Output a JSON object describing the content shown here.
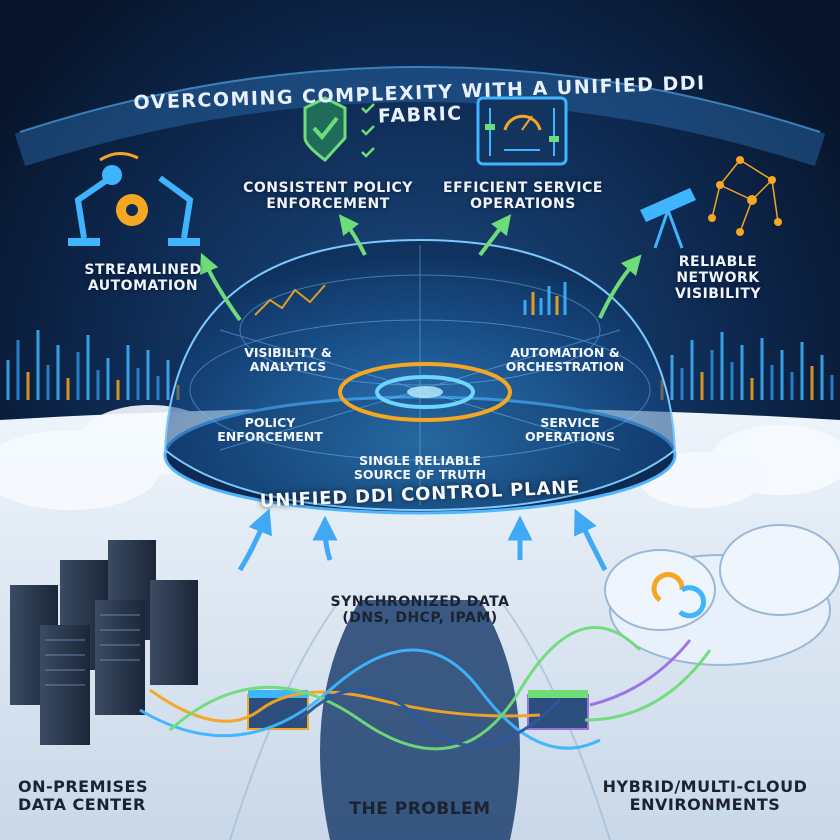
{
  "title": "OVERCOMING COMPLEXITY WITH A UNIFIED DDI FABRIC",
  "benefits": {
    "automation": [
      "STREAMLINED",
      "AUTOMATION"
    ],
    "policy": [
      "CONSISTENT POLICY",
      "ENFORCEMENT"
    ],
    "operations": [
      "EFFICIENT SERVICE",
      "OPERATIONS"
    ],
    "visibility": [
      "RELIABLE",
      "NETWORK",
      "VISIBILITY"
    ]
  },
  "dome": {
    "visibility_analytics": [
      "VISIBILITY &",
      "ANALYTICS"
    ],
    "automation_orchestration": [
      "AUTOMATION &",
      "ORCHESTRATION"
    ],
    "policy_enforcement": [
      "POLICY",
      "ENFORCEMENT"
    ],
    "service_operations": [
      "SERVICE",
      "OPERATIONS"
    ],
    "source_of_truth": [
      "SINGLE RELIABLE",
      "SOURCE OF TRUTH"
    ],
    "control_plane": "UNIFIED DDI CONTROL PLANE"
  },
  "sync": [
    "SYNCHRONIZED DATA",
    "(DNS, DHCP, IPAM)"
  ],
  "bottom": {
    "on_prem": [
      "ON-PREMISES",
      "DATA CENTER"
    ],
    "problem": "THE PROBLEM",
    "cloud": [
      "HYBRID/MULTI-CLOUD",
      "ENVIRONMENTS"
    ]
  },
  "colors": {
    "background_dark": "#0b1a33",
    "glow_blue": "#3fb5ff",
    "arrow_green": "#6fdc7a",
    "accent_orange": "#f5a623",
    "ground_light": "#dfe9f4"
  }
}
